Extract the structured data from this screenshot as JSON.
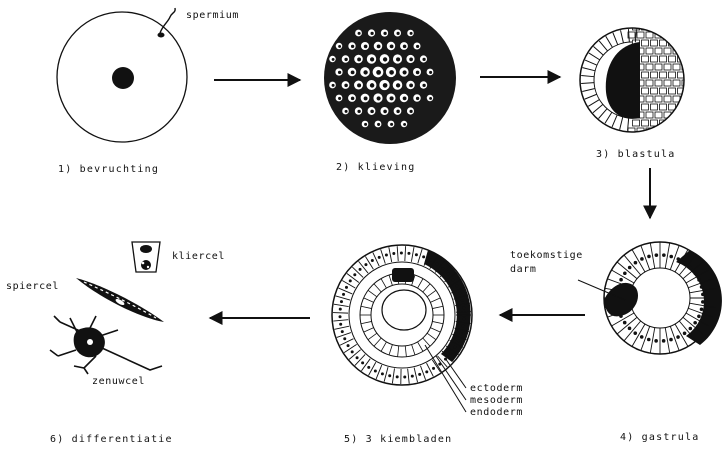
{
  "diagram": {
    "stages": [
      {
        "id": "fertilization",
        "caption": "1) bevruchting"
      },
      {
        "id": "cleavage",
        "caption": "2) klieving"
      },
      {
        "id": "blastula",
        "caption": "3) blastula"
      },
      {
        "id": "gastrula",
        "caption": "4) gastrula"
      },
      {
        "id": "germ-layers",
        "caption": "5) 3 kiembladen"
      },
      {
        "id": "differentiation",
        "caption": "6) differentiatie"
      }
    ],
    "labels": {
      "sperm": "spermium",
      "future_gut_line1": "toekomstige",
      "future_gut_line2": "darm",
      "ectoderm": "ectoderm",
      "mesoderm": "mesoderm",
      "endoderm": "endoderm",
      "gland_cell": "kliercel",
      "muscle_cell": "spiercel",
      "nerve_cell": "zenuwcel"
    }
  }
}
